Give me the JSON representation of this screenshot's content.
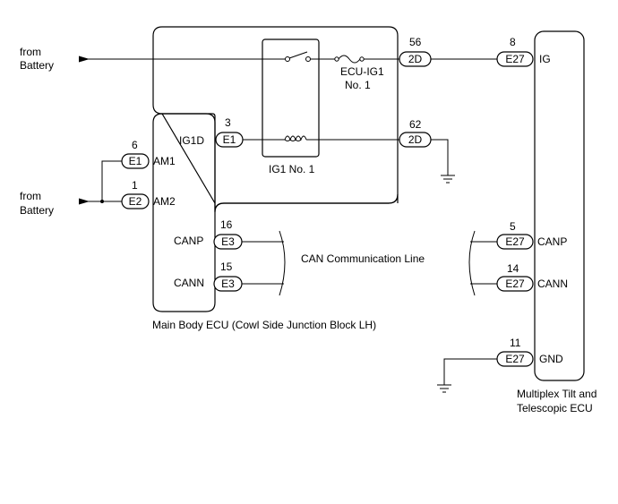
{
  "sources": {
    "battery_top": [
      "from",
      "Battery"
    ],
    "battery_bottom": [
      "from",
      "Battery"
    ]
  },
  "relay_box": {
    "fuse_label": [
      "ECU-IG1",
      "No. 1"
    ],
    "relay_label": "IG1 No. 1"
  },
  "main_ecu": {
    "name": "Main Body ECU (Cowl Side Junction Block LH)",
    "pins": {
      "am1": {
        "num": "6",
        "conn": "E1",
        "label": "AM1"
      },
      "am2": {
        "num": "1",
        "conn": "E2",
        "label": "AM2"
      },
      "ig1d": {
        "num": "3",
        "conn": "E1",
        "label": "IG1D"
      },
      "canp": {
        "num": "16",
        "conn": "E3",
        "label": "CANP"
      },
      "cann": {
        "num": "15",
        "conn": "E3",
        "label": "CANN"
      }
    }
  },
  "junction_2d": {
    "top": {
      "num": "56",
      "conn": "2D"
    },
    "bottom": {
      "num": "62",
      "conn": "2D"
    }
  },
  "can_line": "CAN Communication Line",
  "tilt_ecu": {
    "name": [
      "Multiplex Tilt and",
      "Telescopic ECU"
    ],
    "pins": {
      "ig": {
        "num": "8",
        "conn": "E27",
        "label": "IG"
      },
      "canp": {
        "num": "5",
        "conn": "E27",
        "label": "CANP"
      },
      "cann": {
        "num": "14",
        "conn": "E27",
        "label": "CANN"
      },
      "gnd": {
        "num": "11",
        "conn": "E27",
        "label": "GND"
      }
    }
  }
}
